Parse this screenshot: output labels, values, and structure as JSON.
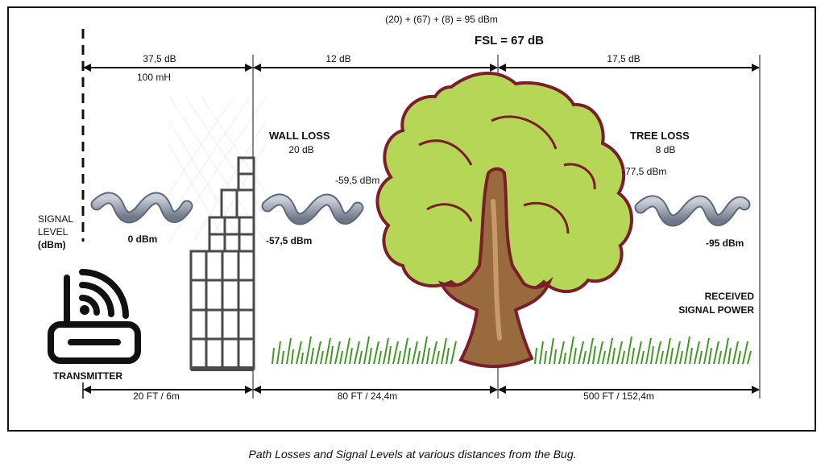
{
  "formula": "(20) + (67) + (8)  =  95 dBm",
  "fsl": "FSL = 67 dB",
  "top_segments": {
    "seg1": "37,5 dB",
    "seg1_sub": "100 mH",
    "seg2": "12 dB",
    "seg3": "17,5 dB"
  },
  "labels": {
    "signal_level": [
      "SIGNAL",
      "LEVEL",
      "(dBm)"
    ],
    "wall_loss": "WALL LOSS",
    "wall_loss_value": "20 dB",
    "tree_loss": "TREE LOSS",
    "tree_loss_value": "8 dB",
    "transmitter": "TRANSMITTER",
    "received": [
      "RECEIVED",
      "SIGNAL POWER"
    ]
  },
  "levels": {
    "tx": "0 dBm",
    "after_wall": "-57,5 dBm",
    "before_tree": "-59,5 dBm",
    "after_tree": "-77,5 dBm",
    "received": "-95 dBm"
  },
  "bottom_segments": {
    "seg1": "20 FT / 6m",
    "seg2": "80 FT / 24,4m",
    "seg3": "500 FT / 152,4m"
  },
  "caption": "Path Losses and Signal Levels at various distances from the Bug.",
  "colors": {
    "wave": "#8e97a6",
    "tree_light": "#b7d75a",
    "tree_dark": "#7a1f28",
    "trunk": "#9a6a3f",
    "grass": "#4faa2a",
    "building": "#555555"
  }
}
